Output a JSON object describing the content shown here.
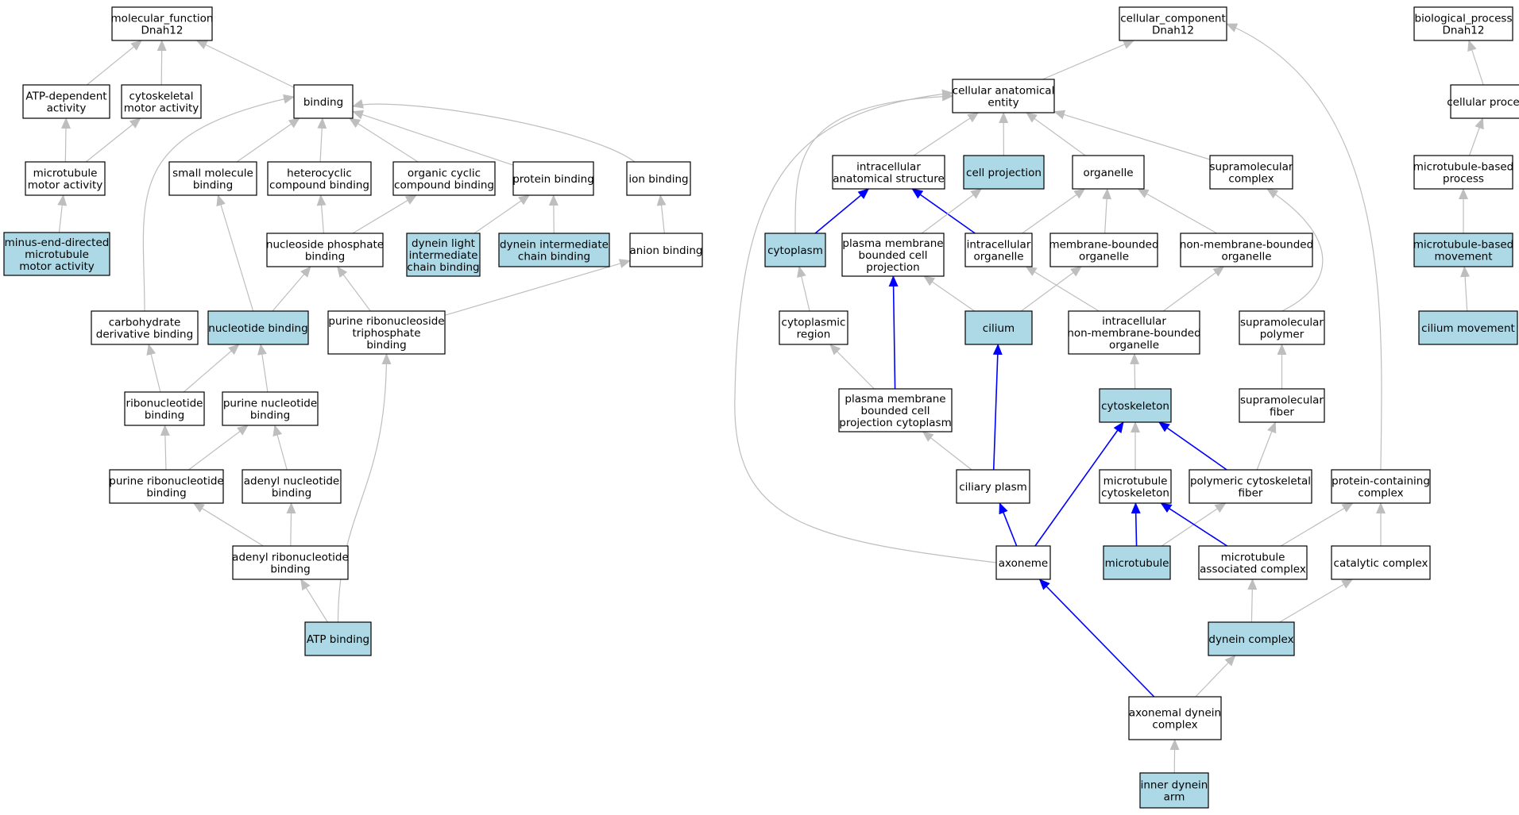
{
  "colors": {
    "highlight_fill": "#add8e6",
    "plain_fill": "#ffffff",
    "node_stroke": "#000000",
    "edge_gray": "#bebebe",
    "edge_blue": "#0000ff"
  },
  "nodes": [
    {
      "id": "mf",
      "lines": [
        "molecular_function",
        "Dnah12"
      ],
      "highlight": false
    },
    {
      "id": "atp_dep",
      "lines": [
        "ATP-dependent",
        "activity"
      ],
      "highlight": false
    },
    {
      "id": "cyto_motor",
      "lines": [
        "cytoskeletal",
        "motor activity"
      ],
      "highlight": false
    },
    {
      "id": "binding",
      "lines": [
        "binding"
      ],
      "highlight": false
    },
    {
      "id": "mt_motor",
      "lines": [
        "microtubule",
        "motor activity"
      ],
      "highlight": false
    },
    {
      "id": "minus_end",
      "lines": [
        "minus-end-directed",
        "microtubule",
        "motor activity"
      ],
      "highlight": true
    },
    {
      "id": "small_mol",
      "lines": [
        "small molecule",
        "binding"
      ],
      "highlight": false
    },
    {
      "id": "hetero",
      "lines": [
        "heterocyclic",
        "compound binding"
      ],
      "highlight": false
    },
    {
      "id": "org_cyclic",
      "lines": [
        "organic cyclic",
        "compound binding"
      ],
      "highlight": false
    },
    {
      "id": "prot_bind",
      "lines": [
        "protein binding"
      ],
      "highlight": false
    },
    {
      "id": "ion_bind",
      "lines": [
        "ion binding"
      ],
      "highlight": false
    },
    {
      "id": "nuc_phos",
      "lines": [
        "nucleoside phosphate",
        "binding"
      ],
      "highlight": false
    },
    {
      "id": "dynein_light",
      "lines": [
        "dynein light",
        "intermediate",
        "chain binding"
      ],
      "highlight": true
    },
    {
      "id": "dynein_inter",
      "lines": [
        "dynein intermediate",
        "chain binding"
      ],
      "highlight": true
    },
    {
      "id": "anion",
      "lines": [
        "anion binding"
      ],
      "highlight": false
    },
    {
      "id": "carb",
      "lines": [
        "carbohydrate",
        "derivative binding"
      ],
      "highlight": false
    },
    {
      "id": "nucleotide",
      "lines": [
        "nucleotide binding"
      ],
      "highlight": true
    },
    {
      "id": "purine_ribonucleoside",
      "lines": [
        "purine ribonucleoside",
        "triphosphate",
        "binding"
      ],
      "highlight": false
    },
    {
      "id": "ribonucleotide",
      "lines": [
        "ribonucleotide",
        "binding"
      ],
      "highlight": false
    },
    {
      "id": "purine_nuc",
      "lines": [
        "purine nucleotide",
        "binding"
      ],
      "highlight": false
    },
    {
      "id": "purine_ribonuc",
      "lines": [
        "purine ribonucleotide",
        "binding"
      ],
      "highlight": false
    },
    {
      "id": "adenyl_nuc",
      "lines": [
        "adenyl nucleotide",
        "binding"
      ],
      "highlight": false
    },
    {
      "id": "adenyl_ribonuc",
      "lines": [
        "adenyl ribonucleotide",
        "binding"
      ],
      "highlight": false
    },
    {
      "id": "atp_binding",
      "lines": [
        "ATP binding"
      ],
      "highlight": true
    },
    {
      "id": "cc",
      "lines": [
        "cellular_component",
        "Dnah12"
      ],
      "highlight": false
    },
    {
      "id": "bp",
      "lines": [
        "biological_process",
        "Dnah12"
      ],
      "highlight": false
    },
    {
      "id": "cae",
      "lines": [
        "cellular anatomical",
        "entity"
      ],
      "highlight": false
    },
    {
      "id": "cell_process",
      "lines": [
        "cellular process"
      ],
      "highlight": false
    },
    {
      "id": "ias",
      "lines": [
        "intracellular",
        "anatomical structure"
      ],
      "highlight": false
    },
    {
      "id": "cell_proj",
      "lines": [
        "cell projection"
      ],
      "highlight": true
    },
    {
      "id": "organelle",
      "lines": [
        "organelle"
      ],
      "highlight": false
    },
    {
      "id": "supra_complex",
      "lines": [
        "supramolecular",
        "complex"
      ],
      "highlight": false
    },
    {
      "id": "mt_process",
      "lines": [
        "microtubule-based",
        "process"
      ],
      "highlight": false
    },
    {
      "id": "cytoplasm",
      "lines": [
        "cytoplasm"
      ],
      "highlight": true
    },
    {
      "id": "pmbcp",
      "lines": [
        "plasma membrane",
        "bounded cell",
        "projection"
      ],
      "highlight": false
    },
    {
      "id": "ic_org",
      "lines": [
        "intracellular",
        "organelle"
      ],
      "highlight": false
    },
    {
      "id": "mem_org",
      "lines": [
        "membrane-bounded",
        "organelle"
      ],
      "highlight": false
    },
    {
      "id": "nonmem_org",
      "lines": [
        "non-membrane-bounded",
        "organelle"
      ],
      "highlight": false
    },
    {
      "id": "mt_movement",
      "lines": [
        "microtubule-based",
        "movement"
      ],
      "highlight": true
    },
    {
      "id": "cyto_region",
      "lines": [
        "cytoplasmic",
        "region"
      ],
      "highlight": false
    },
    {
      "id": "cilium",
      "lines": [
        "cilium"
      ],
      "highlight": true
    },
    {
      "id": "ic_nonmem",
      "lines": [
        "intracellular",
        "non-membrane-bounded",
        "organelle"
      ],
      "highlight": false
    },
    {
      "id": "supra_polymer",
      "lines": [
        "supramolecular",
        "polymer"
      ],
      "highlight": false
    },
    {
      "id": "cilium_move",
      "lines": [
        "cilium movement"
      ],
      "highlight": true
    },
    {
      "id": "pmbcp_cyto",
      "lines": [
        "plasma membrane",
        "bounded cell",
        "projection cytoplasm"
      ],
      "highlight": false
    },
    {
      "id": "cytoskeleton",
      "lines": [
        "cytoskeleton"
      ],
      "highlight": true
    },
    {
      "id": "supra_fiber",
      "lines": [
        "supramolecular",
        "fiber"
      ],
      "highlight": false
    },
    {
      "id": "ciliary_plasm",
      "lines": [
        "ciliary plasm"
      ],
      "highlight": false
    },
    {
      "id": "mt_cytoskel",
      "lines": [
        "microtubule",
        "cytoskeleton"
      ],
      "highlight": false
    },
    {
      "id": "poly_fiber",
      "lines": [
        "polymeric cytoskeletal",
        "fiber"
      ],
      "highlight": false
    },
    {
      "id": "prot_complex",
      "lines": [
        "protein-containing",
        "complex"
      ],
      "highlight": false
    },
    {
      "id": "axoneme",
      "lines": [
        "axoneme"
      ],
      "highlight": false
    },
    {
      "id": "microtubule",
      "lines": [
        "microtubule"
      ],
      "highlight": true
    },
    {
      "id": "mt_assoc",
      "lines": [
        "microtubule",
        "associated complex"
      ],
      "highlight": false
    },
    {
      "id": "catalytic",
      "lines": [
        "catalytic complex"
      ],
      "highlight": false
    },
    {
      "id": "dynein_complex",
      "lines": [
        "dynein complex"
      ],
      "highlight": true
    },
    {
      "id": "axonemal_dynein",
      "lines": [
        "axonemal dynein",
        "complex"
      ],
      "highlight": false
    },
    {
      "id": "inner_arm",
      "lines": [
        "inner dynein",
        "arm"
      ],
      "highlight": true
    }
  ],
  "edges": [
    {
      "from": "atp_dep",
      "to": "mf",
      "color": "gray"
    },
    {
      "from": "cyto_motor",
      "to": "mf",
      "color": "gray"
    },
    {
      "from": "binding",
      "to": "mf",
      "color": "gray"
    },
    {
      "from": "mt_motor",
      "to": "atp_dep",
      "color": "gray"
    },
    {
      "from": "mt_motor",
      "to": "cyto_motor",
      "color": "gray"
    },
    {
      "from": "minus_end",
      "to": "mt_motor",
      "color": "gray"
    },
    {
      "from": "small_mol",
      "to": "binding",
      "color": "gray"
    },
    {
      "from": "hetero",
      "to": "binding",
      "color": "gray"
    },
    {
      "from": "org_cyclic",
      "to": "binding",
      "color": "gray"
    },
    {
      "from": "prot_bind",
      "to": "binding",
      "color": "gray"
    },
    {
      "from": "ion_bind",
      "to": "binding",
      "color": "gray"
    },
    {
      "from": "carb",
      "to": "binding",
      "color": "gray"
    },
    {
      "from": "nuc_phos",
      "to": "hetero",
      "color": "gray"
    },
    {
      "from": "nuc_phos",
      "to": "org_cyclic",
      "color": "gray"
    },
    {
      "from": "dynein_light",
      "to": "prot_bind",
      "color": "gray"
    },
    {
      "from": "dynein_inter",
      "to": "prot_bind",
      "color": "gray"
    },
    {
      "from": "anion",
      "to": "ion_bind",
      "color": "gray"
    },
    {
      "from": "nucleotide",
      "to": "small_mol",
      "color": "gray"
    },
    {
      "from": "nucleotide",
      "to": "nuc_phos",
      "color": "gray"
    },
    {
      "from": "purine_ribonucleoside",
      "to": "nuc_phos",
      "color": "gray"
    },
    {
      "from": "purine_ribonucleoside",
      "to": "anion",
      "color": "gray"
    },
    {
      "from": "ribonucleotide",
      "to": "carb",
      "color": "gray"
    },
    {
      "from": "ribonucleotide",
      "to": "nucleotide",
      "color": "gray"
    },
    {
      "from": "purine_nuc",
      "to": "nucleotide",
      "color": "gray"
    },
    {
      "from": "purine_ribonuc",
      "to": "ribonucleotide",
      "color": "gray"
    },
    {
      "from": "purine_ribonuc",
      "to": "purine_nuc",
      "color": "gray"
    },
    {
      "from": "adenyl_nuc",
      "to": "purine_nuc",
      "color": "gray"
    },
    {
      "from": "adenyl_ribonuc",
      "to": "purine_ribonuc",
      "color": "gray"
    },
    {
      "from": "adenyl_ribonuc",
      "to": "adenyl_nuc",
      "color": "gray"
    },
    {
      "from": "atp_binding",
      "to": "adenyl_ribonuc",
      "color": "gray"
    },
    {
      "from": "atp_binding",
      "to": "purine_ribonucleoside",
      "color": "gray"
    },
    {
      "from": "cae",
      "to": "cc",
      "color": "gray"
    },
    {
      "from": "prot_complex",
      "to": "cc",
      "color": "gray"
    },
    {
      "from": "cell_process",
      "to": "bp",
      "color": "gray"
    },
    {
      "from": "mt_process",
      "to": "cell_process",
      "color": "gray"
    },
    {
      "from": "mt_movement",
      "to": "mt_process",
      "color": "gray"
    },
    {
      "from": "cilium_move",
      "to": "mt_movement",
      "color": "gray"
    },
    {
      "from": "ias",
      "to": "cae",
      "color": "gray"
    },
    {
      "from": "cell_proj",
      "to": "cae",
      "color": "gray"
    },
    {
      "from": "organelle",
      "to": "cae",
      "color": "gray"
    },
    {
      "from": "supra_complex",
      "to": "cae",
      "color": "gray"
    },
    {
      "from": "cytoplasm",
      "to": "cae",
      "color": "gray"
    },
    {
      "from": "axoneme",
      "to": "cae",
      "color": "gray"
    },
    {
      "from": "cytoplasm",
      "to": "ias",
      "color": "blue"
    },
    {
      "from": "ic_org",
      "to": "ias",
      "color": "blue"
    },
    {
      "from": "pmbcp",
      "to": "cell_proj",
      "color": "gray"
    },
    {
      "from": "ic_org",
      "to": "organelle",
      "color": "gray"
    },
    {
      "from": "mem_org",
      "to": "organelle",
      "color": "gray"
    },
    {
      "from": "nonmem_org",
      "to": "organelle",
      "color": "gray"
    },
    {
      "from": "supra_polymer",
      "to": "supra_complex",
      "color": "gray"
    },
    {
      "from": "cyto_region",
      "to": "cytoplasm",
      "color": "gray"
    },
    {
      "from": "cilium",
      "to": "pmbcp",
      "color": "gray"
    },
    {
      "from": "pmbcp_cyto",
      "to": "pmbcp",
      "color": "blue"
    },
    {
      "from": "cilium",
      "to": "mem_org",
      "color": "gray"
    },
    {
      "from": "ic_nonmem",
      "to": "ic_org",
      "color": "gray"
    },
    {
      "from": "ic_nonmem",
      "to": "nonmem_org",
      "color": "gray"
    },
    {
      "from": "supra_fiber",
      "to": "supra_polymer",
      "color": "gray"
    },
    {
      "from": "pmbcp_cyto",
      "to": "cyto_region",
      "color": "gray"
    },
    {
      "from": "ciliary_plasm",
      "to": "cilium",
      "color": "blue"
    },
    {
      "from": "cytoskeleton",
      "to": "ic_nonmem",
      "color": "gray"
    },
    {
      "from": "poly_fiber",
      "to": "supra_fiber",
      "color": "gray"
    },
    {
      "from": "ciliary_plasm",
      "to": "pmbcp_cyto",
      "color": "gray"
    },
    {
      "from": "mt_cytoskel",
      "to": "cytoskeleton",
      "color": "gray"
    },
    {
      "from": "poly_fiber",
      "to": "cytoskeleton",
      "color": "blue"
    },
    {
      "from": "axoneme",
      "to": "cytoskeleton",
      "color": "blue"
    },
    {
      "from": "axoneme",
      "to": "ciliary_plasm",
      "color": "blue"
    },
    {
      "from": "microtubule",
      "to": "mt_cytoskel",
      "color": "blue"
    },
    {
      "from": "microtubule",
      "to": "poly_fiber",
      "color": "gray"
    },
    {
      "from": "mt_assoc",
      "to": "mt_cytoskel",
      "color": "blue"
    },
    {
      "from": "mt_assoc",
      "to": "prot_complex",
      "color": "gray"
    },
    {
      "from": "catalytic",
      "to": "prot_complex",
      "color": "gray"
    },
    {
      "from": "dynein_complex",
      "to": "mt_assoc",
      "color": "gray"
    },
    {
      "from": "dynein_complex",
      "to": "catalytic",
      "color": "gray"
    },
    {
      "from": "axonemal_dynein",
      "to": "dynein_complex",
      "color": "gray"
    },
    {
      "from": "axonemal_dynein",
      "to": "axoneme",
      "color": "blue"
    },
    {
      "from": "inner_arm",
      "to": "axonemal_dynein",
      "color": "gray"
    }
  ]
}
